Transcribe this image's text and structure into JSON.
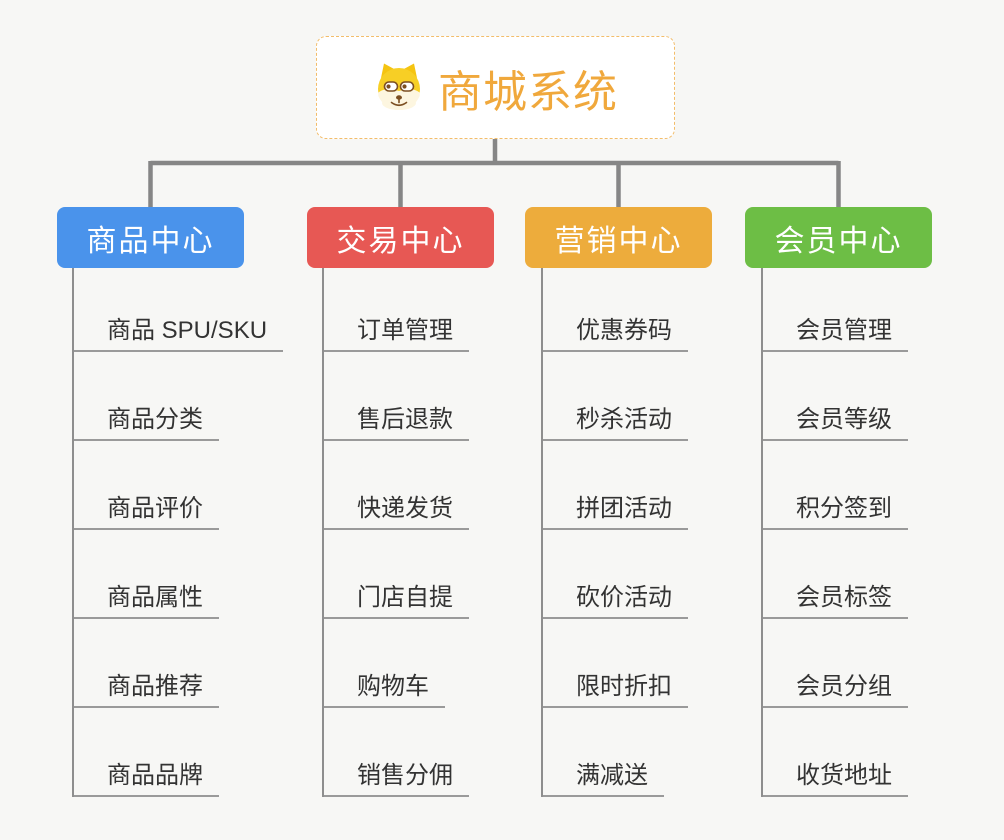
{
  "page": {
    "background": "#f7f7f5"
  },
  "connector": {
    "color": "#868686"
  },
  "root": {
    "title": "商城系统",
    "icon": "shiba-dog-icon",
    "text_color": "#f0a83c",
    "border_color": "#f3bd6a"
  },
  "branches": [
    {
      "label": "商品中心",
      "color": "#4a93eb",
      "items": [
        "商品 SPU/SKU",
        "商品分类",
        "商品评价",
        "商品属性",
        "商品推荐",
        "商品品牌"
      ]
    },
    {
      "label": "交易中心",
      "color": "#e75854",
      "items": [
        "订单管理",
        "售后退款",
        "快递发货",
        "门店自提",
        "购物车",
        "销售分佣"
      ]
    },
    {
      "label": "营销中心",
      "color": "#edac3c",
      "items": [
        "优惠券码",
        "秒杀活动",
        "拼团活动",
        "砍价活动",
        "限时折扣",
        "满减送"
      ]
    },
    {
      "label": "会员中心",
      "color": "#6dbe45",
      "items": [
        "会员管理",
        "会员等级",
        "积分签到",
        "会员标签",
        "会员分组",
        "收货地址"
      ]
    }
  ]
}
